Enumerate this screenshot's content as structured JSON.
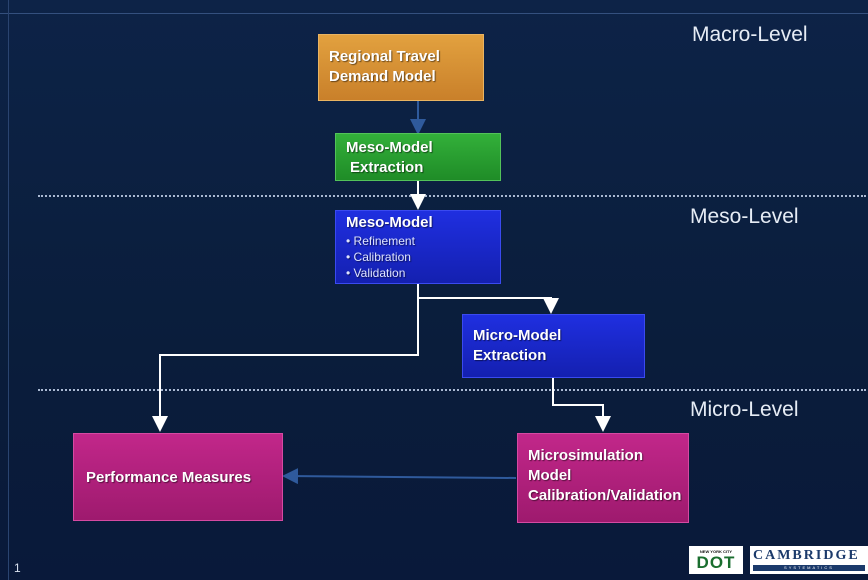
{
  "levels": {
    "macro": "Macro-Level",
    "meso": "Meso-Level",
    "micro": "Micro-Level"
  },
  "boxes": {
    "regional": {
      "line1": "Regional Travel",
      "line2": "Demand Model"
    },
    "meso_extraction": {
      "line1": "Meso-Model",
      "line2": "Extraction"
    },
    "meso_model": {
      "title": "Meso-Model",
      "bullets": [
        "Refinement",
        "Calibration",
        "Validation"
      ]
    },
    "micro_extraction": {
      "line1": "Micro-Model",
      "line2": "Extraction"
    },
    "microsim": {
      "line1": "Microsimulation",
      "line2": "Model",
      "line3": "Calibration/Validation"
    },
    "performance": {
      "label": "Performance Measures"
    }
  },
  "slide_number": "1",
  "logos": {
    "dot_small": "NEW YORK CITY",
    "dot_big": "DOT",
    "cambridge": "CAMBRIDGE",
    "cambridge_sub": "SYSTEMATICS"
  },
  "colors": {
    "background": "#0b1e3c",
    "orange": "#d58f33",
    "green": "#27a030",
    "blue": "#1a28cc",
    "magenta": "#b0217c",
    "connector": "#ffffff",
    "connector_dark": "#2a4f8a"
  }
}
